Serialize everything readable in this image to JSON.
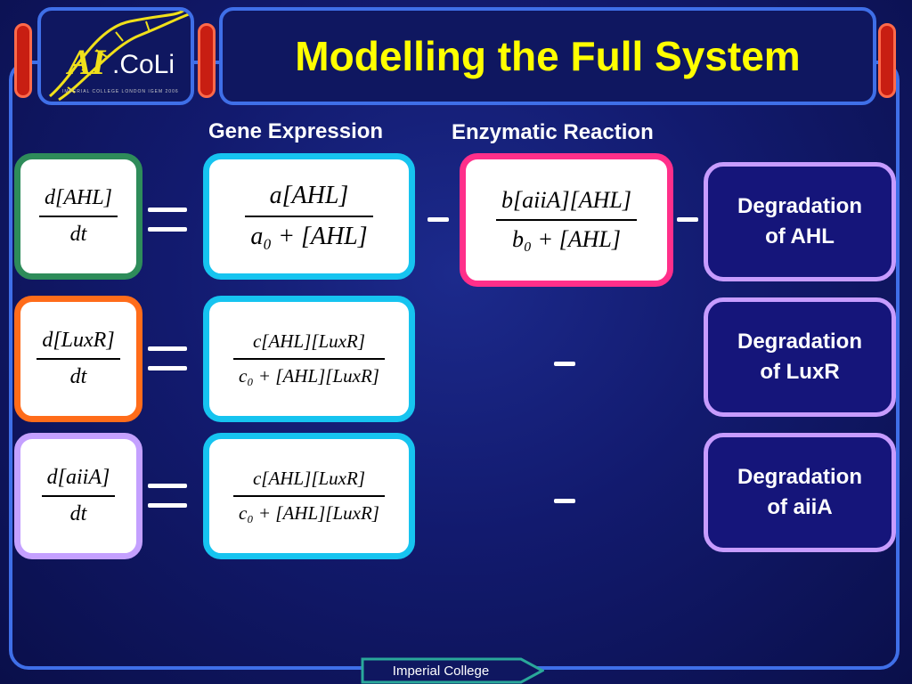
{
  "title": "Modelling the Full System",
  "logo": {
    "brand_a": "AI",
    "brand_b": ".CoLi",
    "tagline": "Imperial College London iGEM 2006"
  },
  "headers": {
    "gene_expression": "Gene Expression",
    "enzymatic_reaction": "Enzymatic Reaction"
  },
  "rows": [
    {
      "lhs_num": "d[AHL]",
      "lhs_den": "dt",
      "gene_num": "a[AHL]",
      "gene_den": "a₀ + [AHL]",
      "enz_num": "b[aiiA][AHL]",
      "enz_den": "b₀ + [AHL]",
      "degradation_line1": "Degradation",
      "degradation_line2": "of AHL"
    },
    {
      "lhs_num": "d[LuxR]",
      "lhs_den": "dt",
      "gene_num": "c[AHL][LuxR]",
      "gene_den": "c₀ + [AHL][LuxR]",
      "degradation_line1": "Degradation",
      "degradation_line2": "of LuxR"
    },
    {
      "lhs_num": "d[aiiA]",
      "lhs_den": "dt",
      "gene_num": "c[AHL][LuxR]",
      "gene_den": "c₀ + [AHL][LuxR]",
      "degradation_line1": "Degradation",
      "degradation_line2": "of aiiA"
    }
  ],
  "footer": {
    "label": "Imperial College"
  },
  "colors": {
    "title": "#ffff00",
    "frame": "#3f6fe8",
    "green": "#2e8c5a",
    "orange": "#ff6c1a",
    "lilac": "#c4a0ff",
    "cyan": "#16c4f0",
    "pink": "#ff2f8a",
    "footer_border": "#2aa89a"
  }
}
